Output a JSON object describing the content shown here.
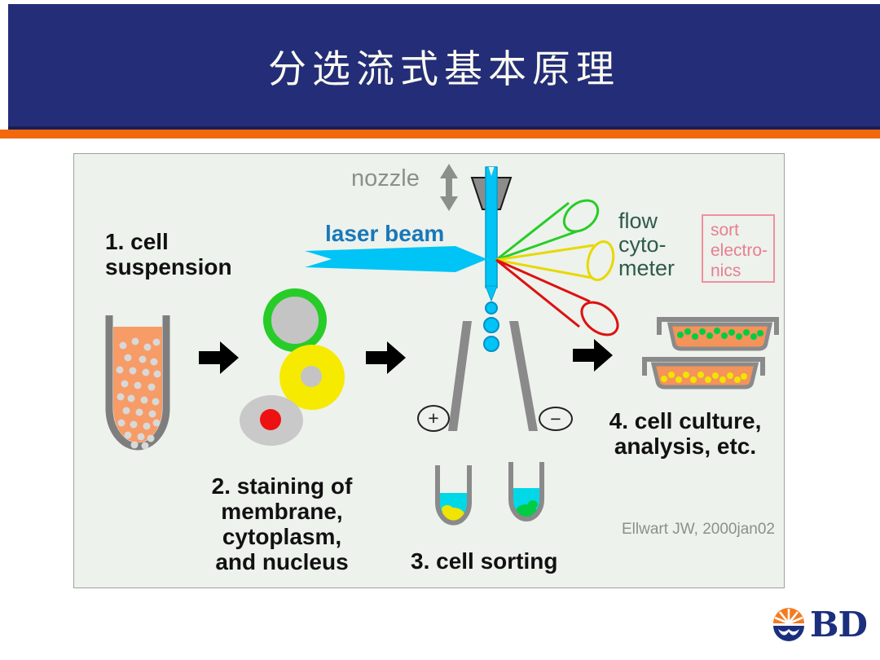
{
  "header": {
    "title": "分选流式基本原理"
  },
  "colors": {
    "header_navy": "#232D78",
    "accent_orange": "#F2690D",
    "title_text": "#FBFBF0",
    "panel_bg": "#EDF2EC",
    "laser_text_blue": "#1878B8",
    "stream_cyan": "#00C4F5",
    "cone_green": "#28CC28",
    "cone_yellow": "#E8D800",
    "cone_red": "#DD1111",
    "flow_text_teal": "#2F5B4B",
    "sort_text_pink": "#E87F90",
    "suspension_orange": "#F79B67",
    "cell_gray": "#C6C6C6",
    "nucleus_red": "#EE1111",
    "sorted_yellow": "#F0E400",
    "sorted_green": "#00CC44",
    "hardware_gray": "#8A8A8A",
    "brand_navy": "#1B2F7E",
    "brand_orange": "#F47B20"
  },
  "diagram": {
    "nozzle_label": "nozzle",
    "laser_label": "laser beam",
    "flow_cytometer_lines": [
      "flow",
      "cyto-",
      "meter"
    ],
    "sort_electronics_lines": [
      "sort",
      "electro-",
      "nics"
    ],
    "step1_lines": [
      "1. cell",
      "suspension"
    ],
    "step2_lines": [
      "2. staining of",
      "membrane,",
      "cytoplasm,",
      "and nucleus"
    ],
    "step3_label": "3. cell sorting",
    "step4_lines": [
      "4. cell culture,",
      "analysis, etc."
    ],
    "plus_label": "+",
    "minus_label": "−",
    "citation": "Ellwart JW, 2000jan02"
  },
  "footer": {
    "brand": "BD"
  }
}
